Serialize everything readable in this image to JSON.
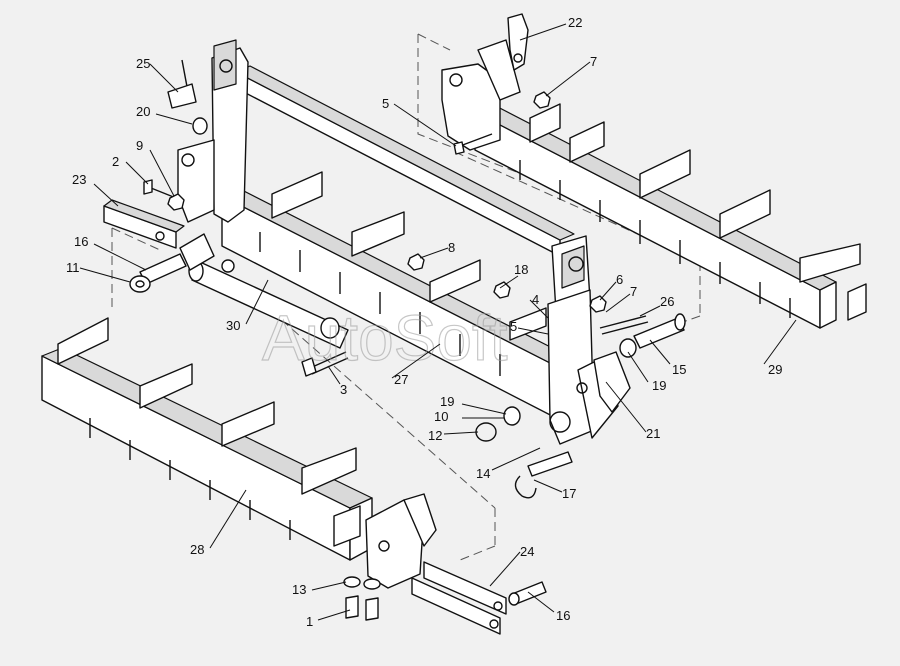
{
  "watermark": "AutoSoft",
  "callouts": [
    {
      "id": "c25",
      "num": "25"
    },
    {
      "id": "c20",
      "num": "20"
    },
    {
      "id": "c9",
      "num": "9"
    },
    {
      "id": "c2",
      "num": "2"
    },
    {
      "id": "c23",
      "num": "23"
    },
    {
      "id": "c16a",
      "num": "16"
    },
    {
      "id": "c11",
      "num": "11"
    },
    {
      "id": "c30",
      "num": "30"
    },
    {
      "id": "c3",
      "num": "3"
    },
    {
      "id": "c27",
      "num": "27"
    },
    {
      "id": "c28",
      "num": "28"
    },
    {
      "id": "c13",
      "num": "13"
    },
    {
      "id": "c1",
      "num": "1"
    },
    {
      "id": "c24",
      "num": "24"
    },
    {
      "id": "c16b",
      "num": "16"
    },
    {
      "id": "c22",
      "num": "22"
    },
    {
      "id": "c7a",
      "num": "7"
    },
    {
      "id": "c5a",
      "num": "5"
    },
    {
      "id": "c8",
      "num": "8"
    },
    {
      "id": "c18",
      "num": "18"
    },
    {
      "id": "c4",
      "num": "4"
    },
    {
      "id": "c5b",
      "num": "5"
    },
    {
      "id": "c6",
      "num": "6"
    },
    {
      "id": "c7b",
      "num": "7"
    },
    {
      "id": "c26",
      "num": "26"
    },
    {
      "id": "c15",
      "num": "15"
    },
    {
      "id": "c19a",
      "num": "19"
    },
    {
      "id": "c29",
      "num": "29"
    },
    {
      "id": "c19b",
      "num": "19"
    },
    {
      "id": "c10",
      "num": "10"
    },
    {
      "id": "c12",
      "num": "12"
    },
    {
      "id": "c21",
      "num": "21"
    },
    {
      "id": "c14",
      "num": "14"
    },
    {
      "id": "c17",
      "num": "17"
    }
  ]
}
